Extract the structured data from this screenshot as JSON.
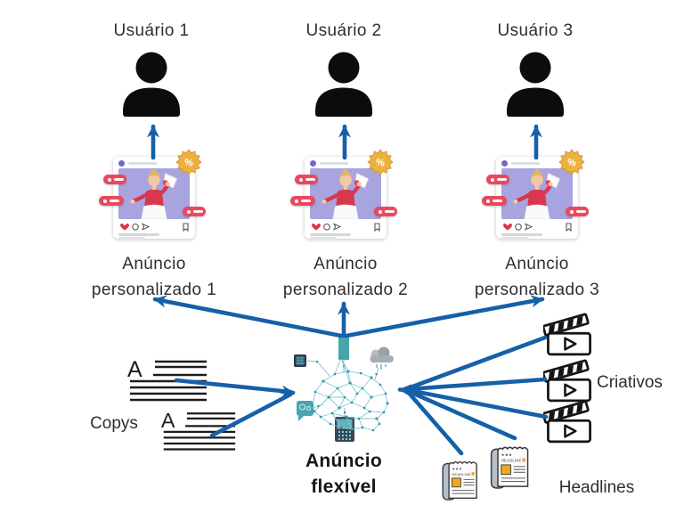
{
  "diagram": {
    "users": [
      {
        "label": "Usuário 1"
      },
      {
        "label": "Usuário 2"
      },
      {
        "label": "Usuário 3"
      }
    ],
    "ads": [
      {
        "caption_line1": "Anúncio",
        "caption_line2": "personalizado 1"
      },
      {
        "caption_line1": "Anúncio",
        "caption_line2": "personalizado 2"
      },
      {
        "caption_line1": "Anúncio",
        "caption_line2": "personalizado 3"
      }
    ],
    "center": {
      "label_line1": "Anúncio",
      "label_line2": "flexível"
    },
    "sources": {
      "copys": {
        "label": "Copys",
        "icon_letter": "A"
      },
      "criativos": {
        "label": "Criativos"
      },
      "headlines": {
        "label": "Headlines",
        "icon_text": "HEADLINE"
      }
    },
    "ad_badge": {
      "text": "%"
    },
    "colors": {
      "arrow": "#1560a8",
      "teal": "#49a5ac",
      "brain_node": "#2f93ab",
      "brain_link": "#85c8d6",
      "ad_bg": "#a8a4df",
      "pill": "#e8495d",
      "badge_gold": "#edb13f",
      "news_orange": "#f2a71b",
      "icon_black": "#141414",
      "text": "#2e2e2e"
    }
  }
}
